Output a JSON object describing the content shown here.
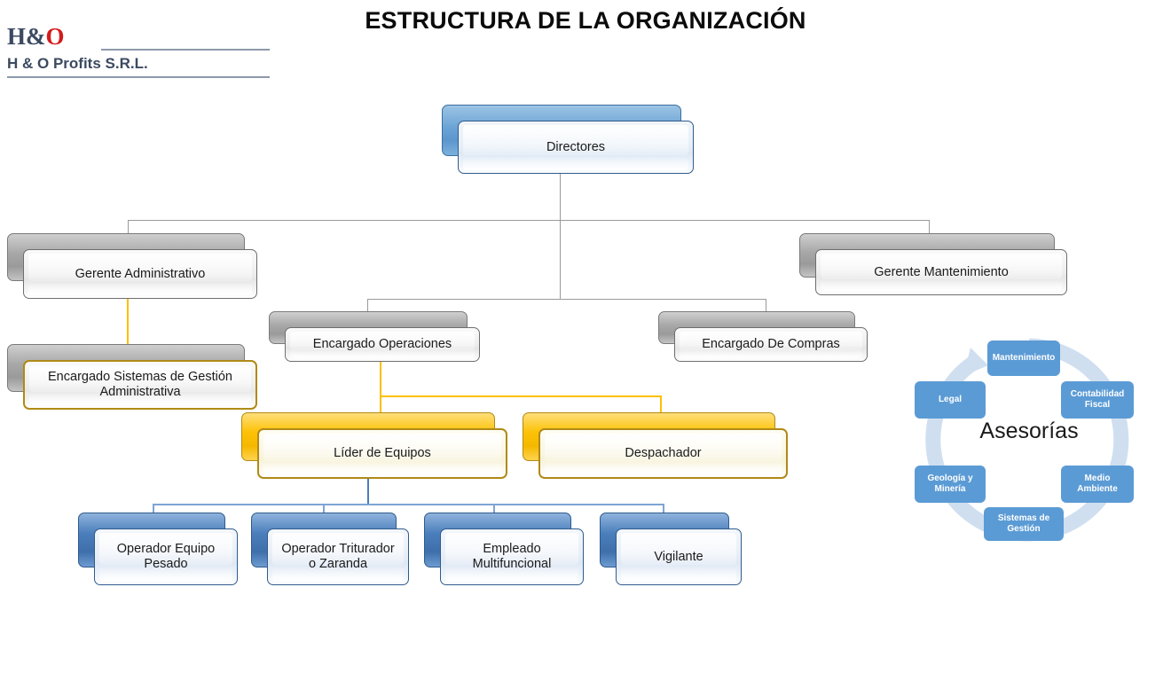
{
  "page": {
    "title": "ESTRUCTURA DE LA ORGANIZACIÓN",
    "background": "#ffffff"
  },
  "logo": {
    "mark_prefix": "H&",
    "mark_accent": "O",
    "company_name": "H & O Profits S.R.L.",
    "mark_color": "#3b4a61",
    "accent_color": "#d41b1b",
    "rule_color": "#8d99ab"
  },
  "org_chart": {
    "nodes": [
      {
        "id": "directores",
        "label": "Directores",
        "style": "blue"
      },
      {
        "id": "gerente-admin",
        "label": "Gerente Administrativo",
        "style": "gray"
      },
      {
        "id": "gerente-mant",
        "label": "Gerente Mantenimiento",
        "style": "gray"
      },
      {
        "id": "enc-sistemas",
        "label": "Encargado Sistemas de Gestión Administrativa",
        "style": "gray-gold"
      },
      {
        "id": "enc-operaciones",
        "label": "Encargado Operaciones",
        "style": "gray"
      },
      {
        "id": "enc-compras",
        "label": "Encargado De Compras",
        "style": "gray"
      },
      {
        "id": "lider-equipos",
        "label": "Líder de Equipos",
        "style": "gold"
      },
      {
        "id": "despachador",
        "label": "Despachador",
        "style": "gold"
      },
      {
        "id": "op-equipo",
        "label": "Operador Equipo Pesado",
        "style": "blue-deep"
      },
      {
        "id": "op-triturador",
        "label": "Operador Triturador o Zaranda",
        "style": "blue-deep"
      },
      {
        "id": "empleado-multi",
        "label": "Empleado Multifuncional",
        "style": "blue-deep"
      },
      {
        "id": "vigilante",
        "label": "Vigilante",
        "style": "blue-deep"
      }
    ],
    "connector_colors": {
      "gray": "#9a9a9a",
      "gold": "#ffbf00",
      "blue": "#4a7ebb",
      "blue_light": "#7fa5d4"
    }
  },
  "cycle_diagram": {
    "center_label": "Asesorías",
    "ring_color": "#cfdff0",
    "box_color": "#5b9bd5",
    "box_text_color": "#ffffff",
    "items": [
      {
        "id": "mantenimiento",
        "label": "Mantenimiento"
      },
      {
        "id": "contabilidad",
        "label": "Contabilidad Fiscal"
      },
      {
        "id": "medio-ambiente",
        "label": "Medio Ambiente"
      },
      {
        "id": "sistemas-gestion",
        "label": "Sistemas de Gestión"
      },
      {
        "id": "geologia-mineria",
        "label": "Geología y Minería"
      },
      {
        "id": "legal",
        "label": "Legal"
      }
    ]
  }
}
